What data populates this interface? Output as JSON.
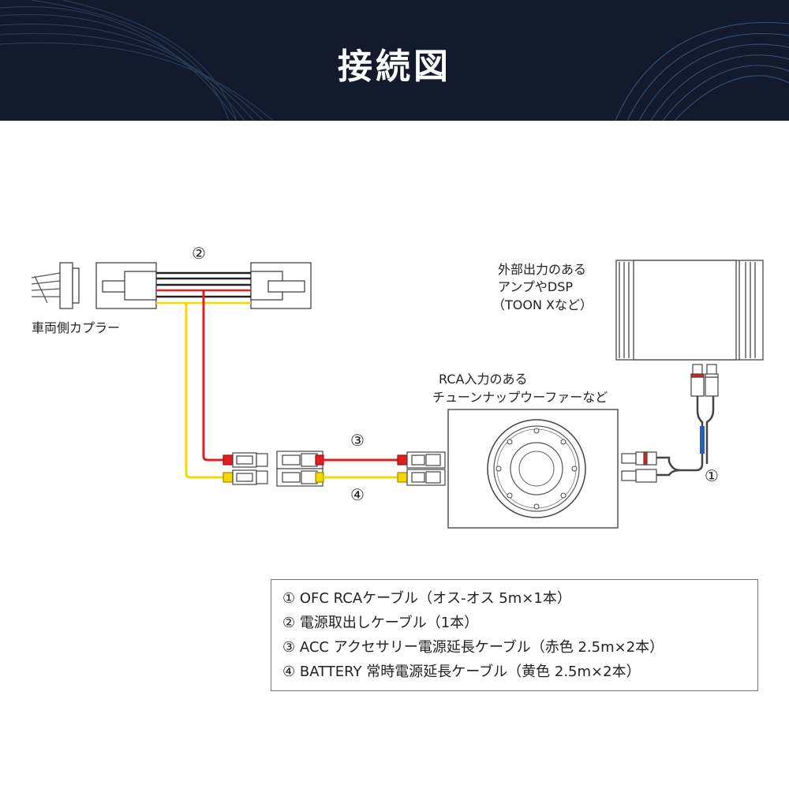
{
  "header": {
    "title": "接続図"
  },
  "labels": {
    "coupler": "車両側カプラー",
    "amp_line1": "外部出力のある",
    "amp_line2": "アンプやDSP",
    "amp_line3": "（TOON Xなど）",
    "sub_line1": "RCA入力のある",
    "sub_line2": "チューンナップウーファーなど"
  },
  "markers": {
    "m1": "①",
    "m2": "②",
    "m3": "③",
    "m4": "④"
  },
  "legend": {
    "items": [
      "① OFC RCAケーブル（オス-オス 5m×1本）",
      "② 電源取出しケーブル（1本）",
      "③ ACC アクセサリー電源延長ケーブル（赤色 2.5m×2本）",
      "④ BATTERY 常時電源延長ケーブル（黄色 2.5m×2本）"
    ]
  },
  "colors": {
    "header_bg": "#131a2c",
    "acc_wire": "#e02020",
    "battery_wire": "#f5d800",
    "ground_wire": "#222222",
    "rca_blue": "#2a5fb0"
  }
}
